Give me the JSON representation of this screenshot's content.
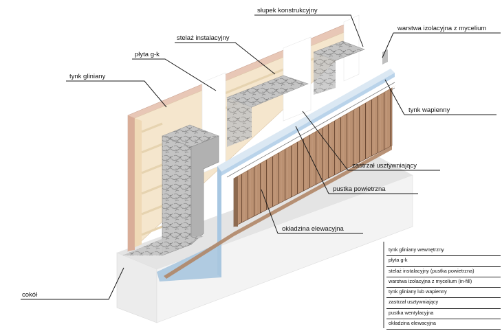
{
  "labels": {
    "slupek": "słupek konstrukcyjny",
    "warstwa": "warstwa izolacyjna z mycelium",
    "stelaz": "stelaż instalacyjny",
    "plyta": "płyta g-k",
    "tynk_gliniany": "tynk gliniany",
    "tynk_wapienny": "tynk wapienny",
    "zastrzal": "zastrzał usztywniający",
    "pustka": "pustka powietrzna",
    "okladzina": "okładzina elewacyjna",
    "cokol": "cokół"
  },
  "legend": [
    "tynk gliniany wewnętrzny",
    "płyta g-k",
    "stelaż instalacyjny (pustka powietrzna)",
    "warstwa izolacyjna z mycelium (in-fill)",
    "tynk gliniany lub wapienny",
    "zastrzał usztywniający",
    "pustka wentylacyjna",
    "okładzina elewacyjna"
  ],
  "colors": {
    "clay_plaster": "#e6c2b0",
    "drywall": "#f3e3c8",
    "insulation": "#bcbcbc",
    "lime_plaster": "#a9c8e2",
    "cladding": "#b98e6d",
    "plinth": "#eeeeee",
    "leader": "#1a1a1a"
  }
}
